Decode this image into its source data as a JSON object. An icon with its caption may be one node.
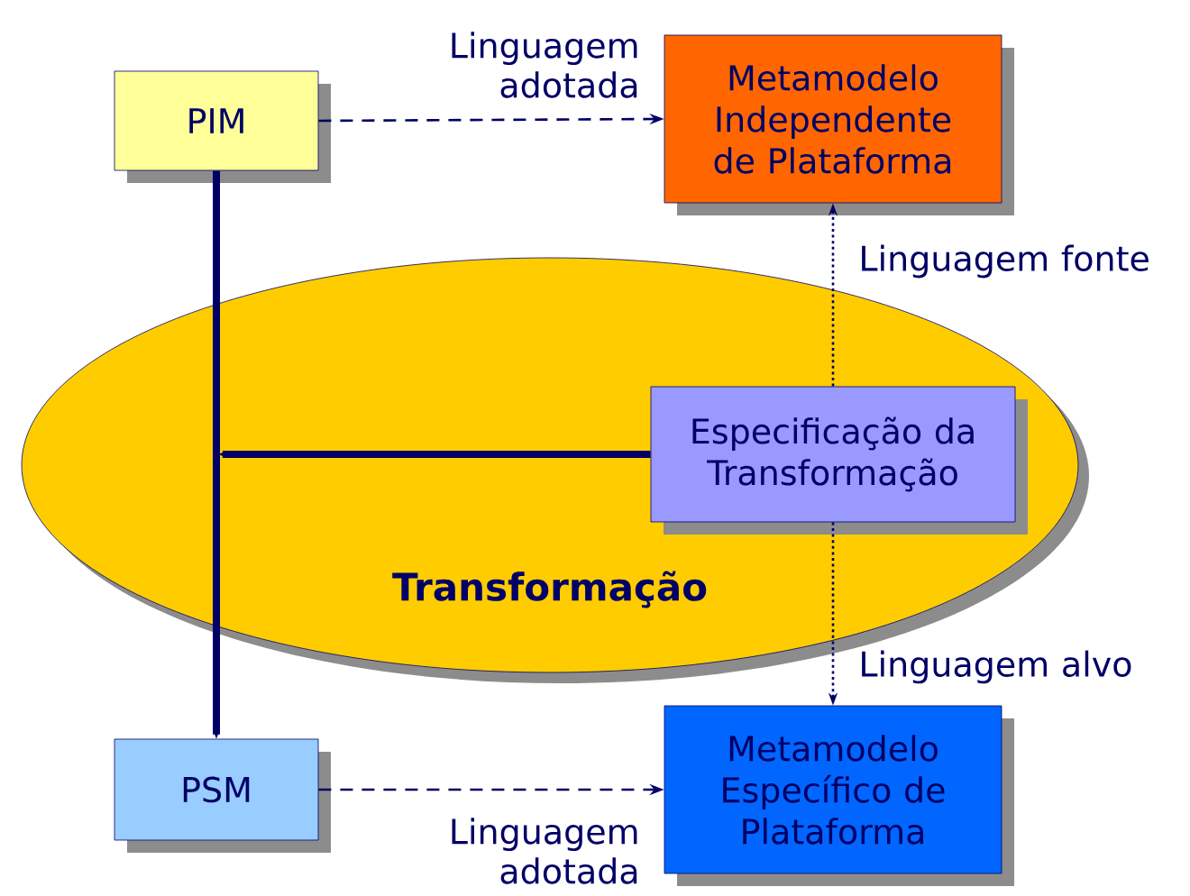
{
  "diagram": {
    "nodes": [
      {
        "text": [
          "PIM"
        ]
      },
      {
        "text": [
          "Metamodelo Independente de Plataforma"
        ]
      },
      {
        "text": [
          "Transformação"
        ]
      },
      {
        "text": [
          "Especificação da Transformação"
        ],
        "in": 2
      },
      {
        "text": [
          "PSM"
        ]
      },
      {
        "text": [
          "Metamodelo Específico de Plataforma"
        ]
      }
    ],
    "edges": [
      {
        "from": 0,
        "to": 1,
        "arrow": "to",
        "style": "dashed",
        "label": "Linguagem adotada"
      },
      {
        "from": 3,
        "to": 1,
        "arrow": "to",
        "style": "dashed",
        "label": "Linguagem fonte"
      },
      {
        "from": 3,
        "to": 5,
        "arrow": "to",
        "style": "dashed",
        "label": "Linguagem alvo"
      },
      {
        "from": 0,
        "to": 4,
        "arrow": "to",
        "style": "thick"
      },
      {
        "from": 3,
        "to": null,
        "arrow": "to",
        "style": "thick"
      },
      {
        "from": 4,
        "to": 5,
        "arrow": "to",
        "style": "dashed",
        "label": "Linguagem adotada"
      }
    ]
  }
}
